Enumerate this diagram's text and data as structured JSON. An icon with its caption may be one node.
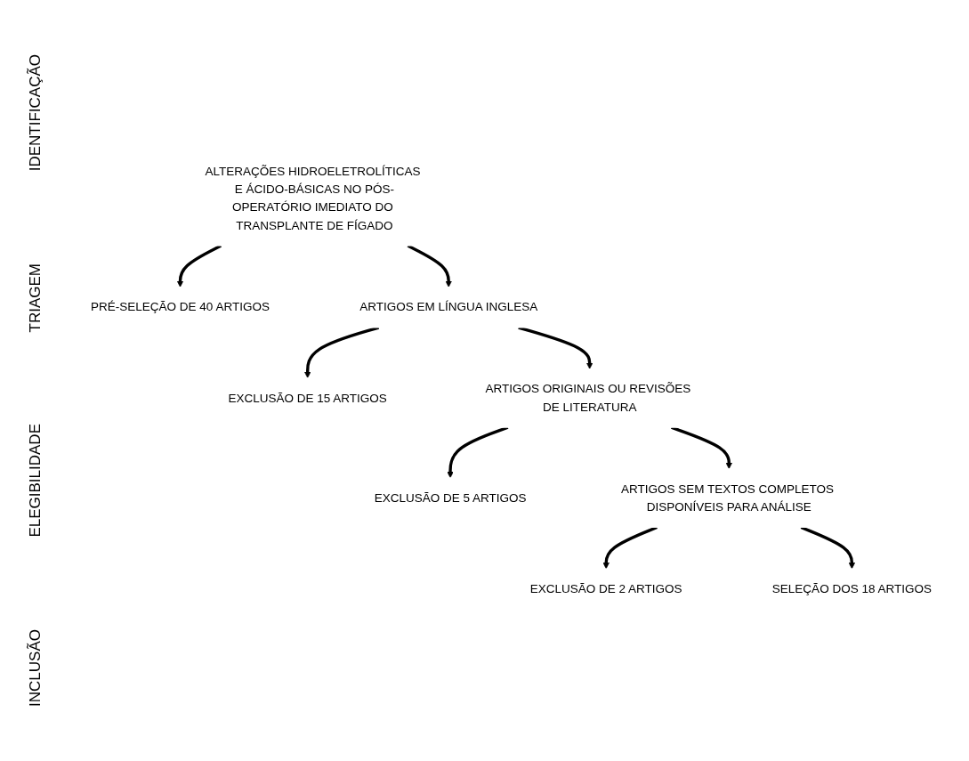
{
  "diagram": {
    "nodes": [
      {
        "text": [
          "ALTERAÇÕES HIDROELETROLÍTICAS E ÁCIDO-BÁSICAS NO PÓS-OPERATÓRIO IMEDIATO DO TRANSPLANTE DE FÍGADO"
        ]
      },
      {
        "text": [
          "PRÉ-SELEÇÃO DE 40 ARTIGOS"
        ]
      },
      {
        "text": [
          "ARTIGOS EM LÍNGUA INGLESA"
        ]
      },
      {
        "text": [
          "EXCLUSÃO DE 15 ARTIGOS"
        ]
      },
      {
        "text": [
          "ARTIGOS ORIGINAIS OU REVISÕES DE LITERATURA"
        ]
      },
      {
        "text": [
          "EXCLUSÃO DE 5 ARTIGOS"
        ]
      },
      {
        "text": [
          "ARTIGOS SEM TEXTOS COMPLETOS DISPONÍVEIS PARA ANÁLISE"
        ]
      },
      {
        "text": [
          "EXCLUSÃO DE 2 ARTIGOS"
        ]
      },
      {
        "text": [
          "SELEÇÃO DOS 18 ARTIGOS"
        ]
      }
    ],
    "edges": [
      {
        "from": 0,
        "to": 1,
        "arrow": "to"
      },
      {
        "from": 0,
        "to": 2,
        "arrow": "to"
      },
      {
        "from": 2,
        "to": 3,
        "arrow": "to"
      },
      {
        "from": 2,
        "to": 4,
        "arrow": "to"
      },
      {
        "from": 4,
        "to": 5,
        "arrow": "to"
      },
      {
        "from": 4,
        "to": 6,
        "arrow": "to"
      },
      {
        "from": 6,
        "to": 7,
        "arrow": "to"
      },
      {
        "from": 6,
        "to": 8,
        "arrow": "to"
      }
    ],
    "labels": [
      "IDENTIFICAÇÃO",
      "TRIAGEM",
      "ELEGIBILIDADE",
      "INCLUSÃO"
    ]
  }
}
